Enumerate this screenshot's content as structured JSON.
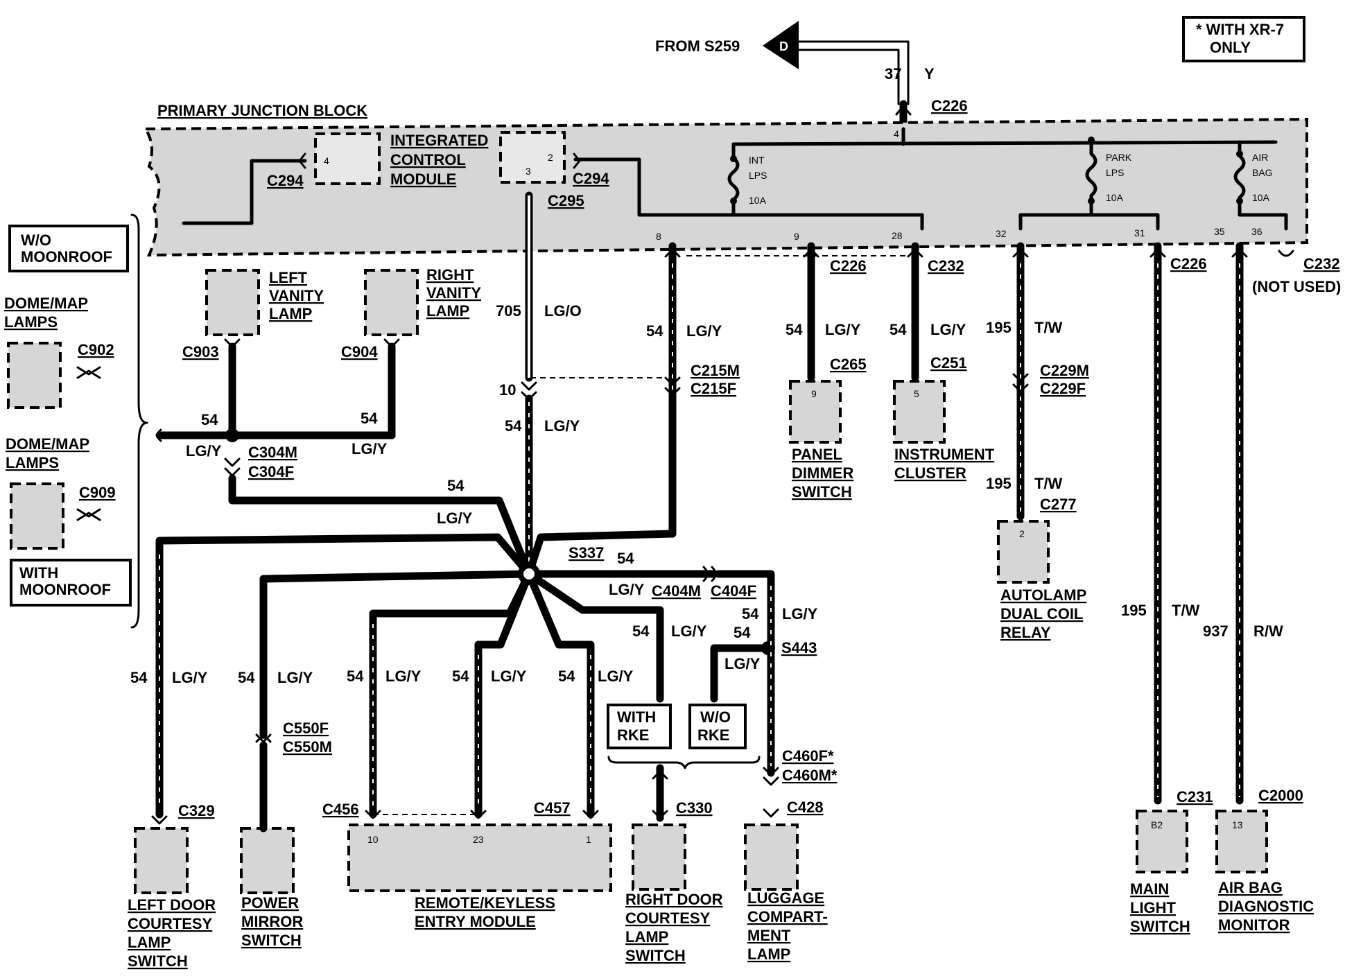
{
  "note": [
    "* WITH XR-7",
    "ONLY"
  ],
  "source": {
    "label": "FROM S259",
    "connector_letter": "D",
    "circuit": "37",
    "color": "Y"
  },
  "junction_block": {
    "title": "PRIMARY JUNCTION BLOCK",
    "module_label": [
      "INTEGRATED",
      "CONTROL",
      "MODULE"
    ],
    "module_pins": [
      "4",
      "2",
      "3"
    ],
    "fuses": [
      {
        "label": [
          "INT",
          "LPS"
        ],
        "rating": "10A"
      },
      {
        "label": [
          "PARK",
          "LPS"
        ],
        "rating": "10A"
      },
      {
        "label": [
          "AIR",
          "BAG"
        ],
        "rating": "10A"
      }
    ],
    "pins": [
      "4",
      "8",
      "9",
      "28",
      "32",
      "31",
      "35",
      "36"
    ],
    "connectors": [
      "C226",
      "C294",
      "C294",
      "C295"
    ]
  },
  "side_labels": {
    "wo_moonroof": [
      "W/O",
      "MOONROOF"
    ],
    "with_moonroof": [
      "WITH",
      "MOONROOF"
    ],
    "dome_map_1": [
      "DOME/MAP",
      "LAMPS"
    ],
    "dome_map_2": [
      "DOME/MAP",
      "LAMPS"
    ],
    "c902": "C902",
    "c909": "C909"
  },
  "components": {
    "left_vanity": {
      "label": [
        "LEFT",
        "VANITY",
        "LAMP"
      ],
      "connector": "C903"
    },
    "right_vanity": {
      "label": [
        "RIGHT",
        "VANITY",
        "LAMP"
      ],
      "connector": "C904"
    },
    "panel_dimmer": {
      "label": [
        "PANEL",
        "DIMMER",
        "SWITCH"
      ],
      "connector": "C265",
      "pin": "9"
    },
    "instrument_cluster": {
      "label": [
        "INSTRUMENT",
        "CLUSTER"
      ],
      "connector": "C251",
      "pin": "5"
    },
    "autolamp": {
      "label": [
        "AUTOLAMP",
        "DUAL COIL",
        "RELAY"
      ],
      "connector": "C277",
      "pin": "2"
    },
    "main_light": {
      "label": [
        "MAIN",
        "LIGHT",
        "SWITCH"
      ],
      "connector": "C231",
      "pin": "B2"
    },
    "airbag_monitor": {
      "label": [
        "AIR BAG",
        "DIAGNOSTIC",
        "MONITOR"
      ],
      "connector": "C2000",
      "pin": "13"
    },
    "left_door": {
      "label": [
        "LEFT DOOR",
        "COURTESY",
        "LAMP",
        "SWITCH"
      ],
      "connector": "C329"
    },
    "power_mirror": {
      "label": [
        "POWER",
        "MIRROR",
        "SWITCH"
      ],
      "connectors": [
        "C550F",
        "C550M"
      ]
    },
    "rke_module": {
      "label": [
        "REMOTE/KEYLESS",
        "ENTRY MODULE"
      ],
      "connectors": [
        "C456",
        "C457"
      ],
      "pins": [
        "10",
        "23",
        "1"
      ]
    },
    "right_door": {
      "label": [
        "RIGHT DOOR",
        "COURTESY",
        "LAMP",
        "SWITCH"
      ],
      "connector": "C330"
    },
    "luggage": {
      "label": [
        "LUGGAGE",
        "COMPART-",
        "MENT",
        "LAMP"
      ],
      "connectors": [
        "C460F*",
        "C460M*",
        "C428"
      ]
    },
    "with_rke": [
      "WITH",
      "RKE"
    ],
    "wo_rke": [
      "W/O",
      "RKE"
    ]
  },
  "connectors": {
    "c226a": "C226",
    "c232a": "C232",
    "c226b": "C226",
    "c232b": "C232",
    "not_used": "(NOT USED)",
    "c215m": "C215M",
    "c215f": "C215F",
    "c229m": "C229M",
    "c229f": "C229F",
    "c304m": "C304M",
    "c304f": "C304F",
    "s337": "S337",
    "s443": "S443",
    "c404m": "C404M",
    "c404f": "C404F"
  },
  "wires": {
    "lgo": {
      "circuit": "705",
      "color": "LG/O"
    },
    "lgy_circuit": "54",
    "lgy_color": "LG/Y",
    "tw_circuit": "195",
    "tw_color": "T/W",
    "rw_circuit": "937",
    "rw_color": "R/W",
    "pin10": "10"
  }
}
